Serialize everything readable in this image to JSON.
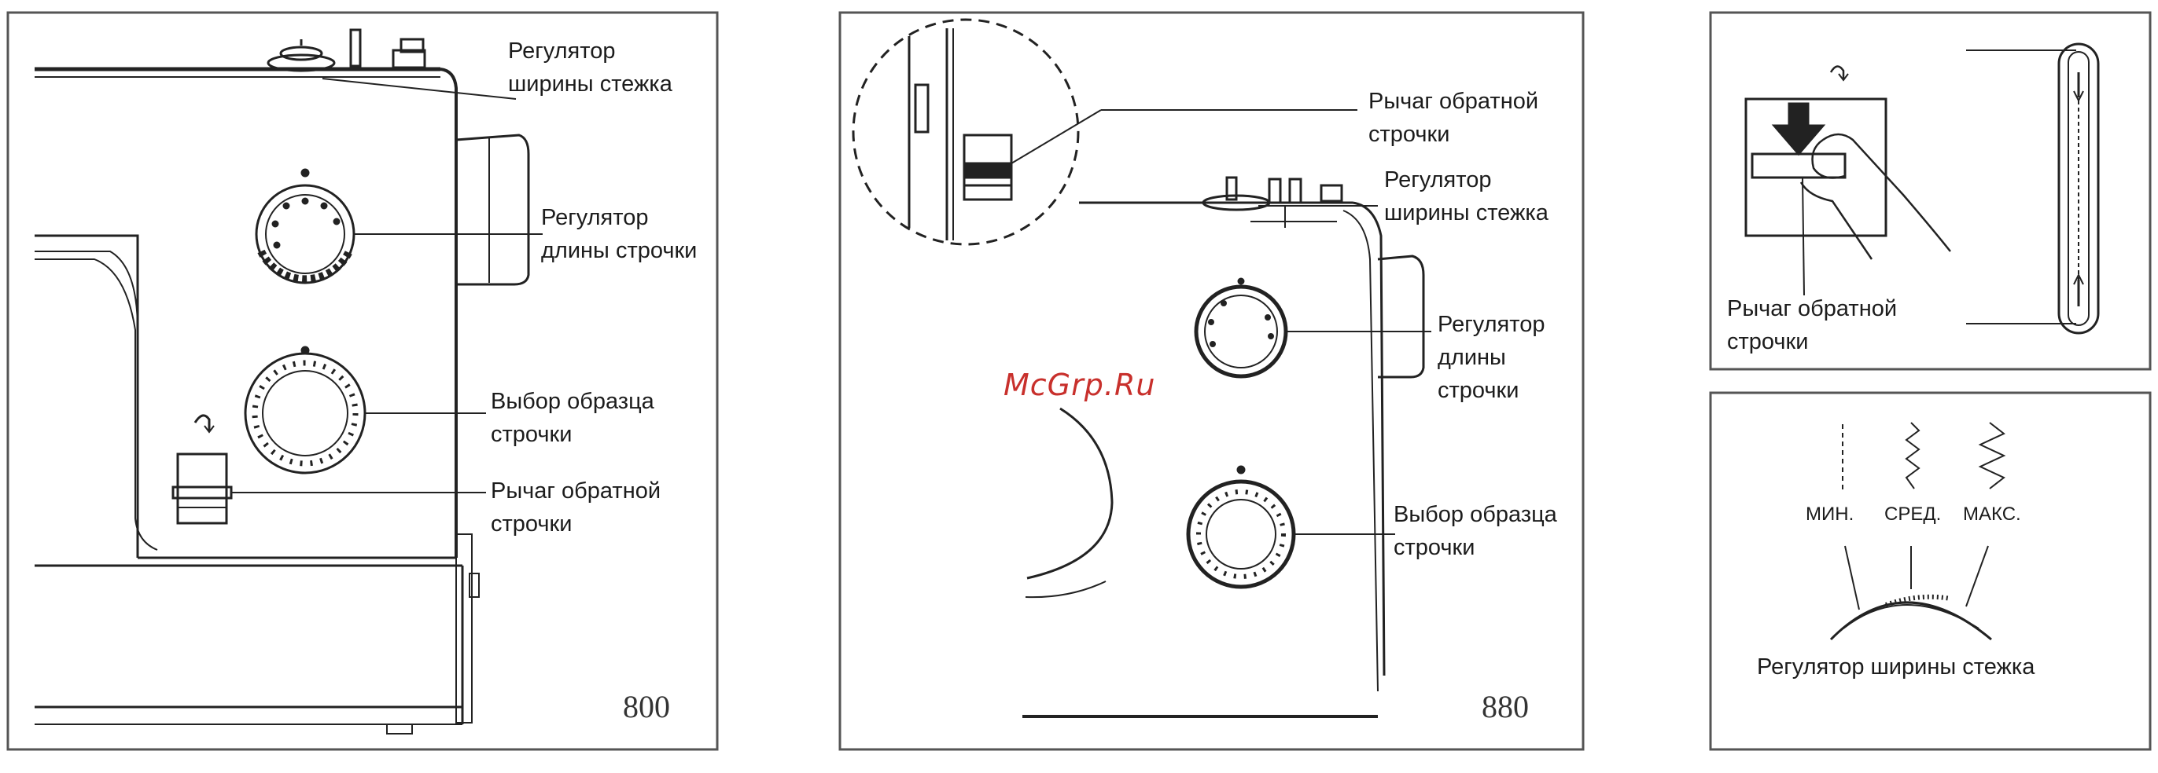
{
  "watermark": "McGrp.Ru",
  "panel_800": {
    "model": "800",
    "labels": {
      "width_regulator": [
        "Регулятор",
        "ширины стежка"
      ],
      "length_regulator": [
        "Регулятор",
        "длины строчки"
      ],
      "pattern_selector": [
        "Выбор образца",
        "строчки"
      ],
      "reverse_lever": [
        "Рычаг обратной",
        "строчки"
      ]
    }
  },
  "panel_880": {
    "model": "880",
    "labels": {
      "reverse_lever": [
        "Рычаг обратной",
        "строчки"
      ],
      "width_regulator": [
        "Регулятор",
        "ширины стежка"
      ],
      "length_regulator": [
        "Регулятор",
        "длины",
        "строчки"
      ],
      "pattern_selector": [
        "Выбор образца",
        "строчки"
      ]
    }
  },
  "panel_reverse": {
    "label": [
      "Рычаг обратной",
      "строчки"
    ]
  },
  "panel_width": {
    "settings": [
      "МИН.",
      "СРЕД.",
      "МАКС."
    ],
    "caption": "Регулятор ширины стежка"
  },
  "colors": {
    "line": "#222222",
    "frame": "#555555",
    "watermark": "#c8302c"
  }
}
